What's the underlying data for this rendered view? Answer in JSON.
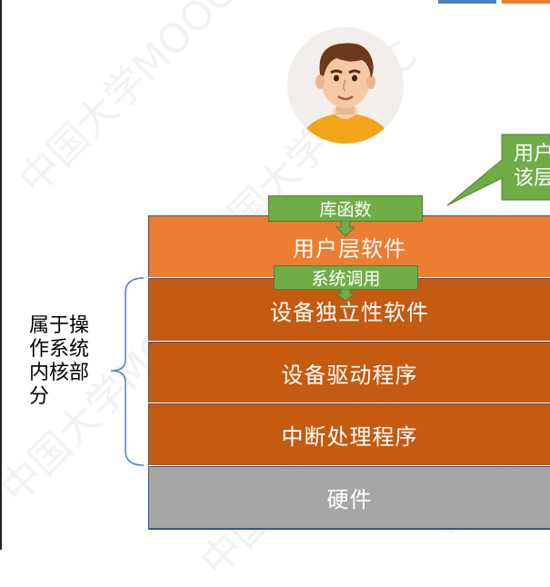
{
  "layers": {
    "user": "用户层软件",
    "independent": "设备独立性软件",
    "driver": "设备驱动程序",
    "interrupt": "中断处理程序",
    "hardware": "硬件"
  },
  "tags": {
    "library": "库函数",
    "syscall": "系统调用"
  },
  "brace_label": "属于操\n作系统\n内核部\n分",
  "callout": "用户\n该层",
  "watermark": "中国大学MOOC",
  "colors": {
    "user_layer": "#ed7d31",
    "kernel_layer": "#c55a11",
    "hardware_layer": "#a6a6a6",
    "tag_green": "#70ad47",
    "layer_border": "#2f5597"
  }
}
